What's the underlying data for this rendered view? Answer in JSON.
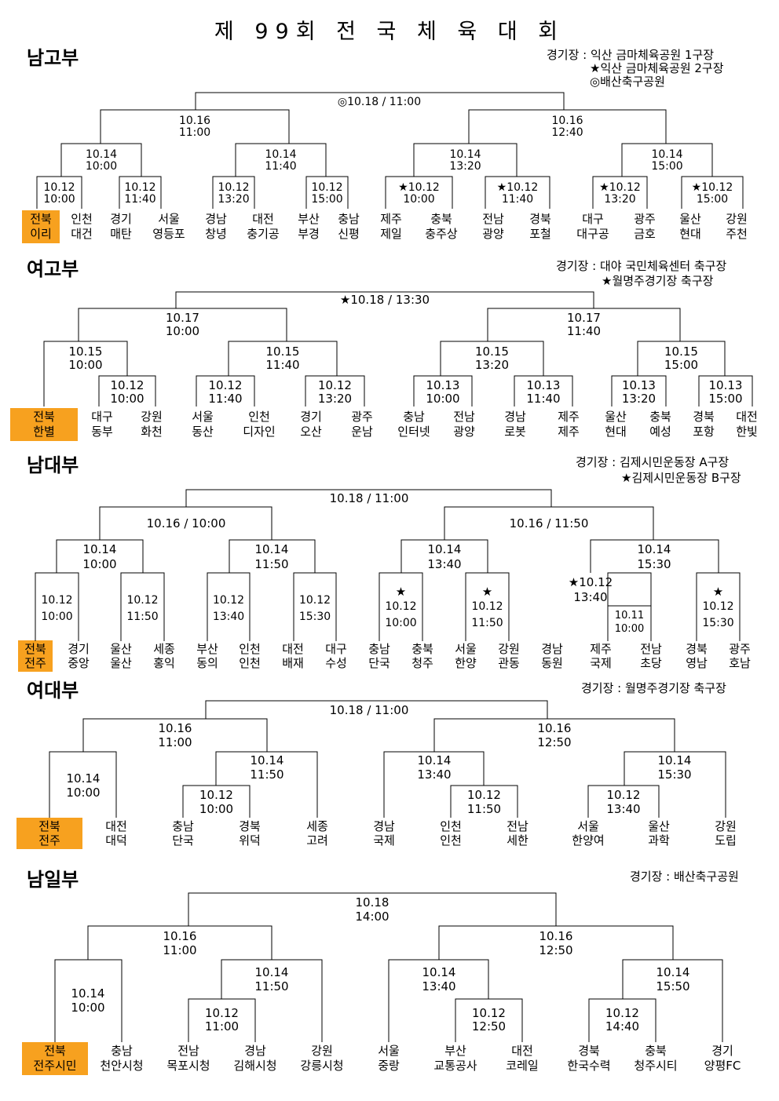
{
  "title": "제 99회 전 국 체 육 대 회",
  "highlight_color": "#f7a11f",
  "sections": [
    {
      "name": "남고부",
      "venue": [
        "경기장 : 익산 금마체육공원 1구장",
        "★익산 금마체육공원 2구장",
        "◎배산축구공원"
      ],
      "teams": [
        [
          "전북",
          "이리"
        ],
        [
          "인천",
          "대건"
        ],
        [
          "경기",
          "매탄"
        ],
        [
          "서울",
          "영등포"
        ],
        [
          "경남",
          "창녕"
        ],
        [
          "대전",
          "충기공"
        ],
        [
          "부산",
          "부경"
        ],
        [
          "충남",
          "신평"
        ],
        [
          "제주",
          "제일"
        ],
        [
          "충북",
          "충주상"
        ],
        [
          "전남",
          "광양"
        ],
        [
          "경북",
          "포철"
        ],
        [
          "대구",
          "대구공"
        ],
        [
          "광주",
          "금호"
        ],
        [
          "울산",
          "현대"
        ],
        [
          "강원",
          "주천"
        ]
      ],
      "matches": [
        [
          "10.12",
          "10:00"
        ],
        [
          "10.12",
          "11:40"
        ],
        [
          "10.12",
          "13:20"
        ],
        [
          "10.12",
          "15:00"
        ],
        [
          "★10.12",
          "10:00"
        ],
        [
          "★10.12",
          "11:40"
        ],
        [
          "★10.12",
          "13:20"
        ],
        [
          "★10.12",
          "15:00"
        ],
        [
          "10.14",
          "10:00"
        ],
        [
          "10.14",
          "11:40"
        ],
        [
          "10.14",
          "13:20"
        ],
        [
          "10.14",
          "15:00"
        ],
        [
          "10.16",
          "11:00"
        ],
        [
          "10.16",
          "12:40"
        ],
        [
          "◎10.18  /  11:00"
        ]
      ]
    },
    {
      "name": "여고부",
      "venue": [
        "경기장 : 대야 국민체육센터 축구장",
        "★월명주경기장 축구장"
      ],
      "teams": [
        [
          "전북",
          "한별"
        ],
        [
          "대구",
          "동부"
        ],
        [
          "강원",
          "화천"
        ],
        [
          "서울",
          "동산"
        ],
        [
          "인천",
          "디자인"
        ],
        [
          "경기",
          "오산"
        ],
        [
          "광주",
          "운남"
        ],
        [
          "충남",
          "인터넷"
        ],
        [
          "전남",
          "광양"
        ],
        [
          "경남",
          "로봇"
        ],
        [
          "제주",
          "제주"
        ],
        [
          "울산",
          "현대"
        ],
        [
          "충북",
          "예성"
        ],
        [
          "경북",
          "포항"
        ],
        [
          "대전",
          "한빛"
        ]
      ],
      "matches": [
        [
          "10.12",
          "10:00"
        ],
        [
          "10.12",
          "11:40"
        ],
        [
          "10.12",
          "13:20"
        ],
        [
          "10.13",
          "10:00"
        ],
        [
          "10.13",
          "11:40"
        ],
        [
          "10.13",
          "13:20"
        ],
        [
          "10.13",
          "15:00"
        ],
        [
          "10.15",
          "10:00"
        ],
        [
          "10.15",
          "11:40"
        ],
        [
          "10.15",
          "13:20"
        ],
        [
          "10.15",
          "15:00"
        ],
        [
          "10.17",
          "10:00"
        ],
        [
          "10.17",
          "11:40"
        ],
        [
          "★10.18  /  13:30"
        ]
      ]
    },
    {
      "name": "남대부",
      "venue": [
        "경기장 : 김제시민운동장 A구장",
        "★김제시민운동장 B구장"
      ],
      "teams": [
        [
          "전북",
          "전주"
        ],
        [
          "경기",
          "중앙"
        ],
        [
          "울산",
          "울산"
        ],
        [
          "세종",
          "홍익"
        ],
        [
          "부산",
          "동의"
        ],
        [
          "인천",
          "인천"
        ],
        [
          "대전",
          "배재"
        ],
        [
          "대구",
          "수성"
        ],
        [
          "충남",
          "단국"
        ],
        [
          "충북",
          "청주"
        ],
        [
          "서울",
          "한양"
        ],
        [
          "강원",
          "관동"
        ],
        [
          "경남",
          "동원"
        ],
        [
          "제주",
          "국제"
        ],
        [
          "전남",
          "초당"
        ],
        [
          "경북",
          "영남"
        ],
        [
          "광주",
          "호남"
        ]
      ],
      "matches": [
        [
          "10.12",
          "10:00"
        ],
        [
          "10.12",
          "11:50"
        ],
        [
          "10.12",
          "13:40"
        ],
        [
          "10.12",
          "15:30"
        ],
        [
          "★",
          "10.12",
          "10:00"
        ],
        [
          "★",
          "10.12",
          "11:50"
        ],
        [
          "10.11",
          "10:00"
        ],
        [
          "★",
          "10.12",
          "15:30"
        ],
        [
          "10.14",
          "10:00"
        ],
        [
          "10.14",
          "11:50"
        ],
        [
          "10.14",
          "13:40"
        ],
        [
          "★10.12",
          "13:40"
        ],
        [
          "10.14",
          "15:30"
        ],
        [
          "10.16  /  10:00"
        ],
        [
          "10.16  /  11:50"
        ],
        [
          "10.18  /  11:00"
        ]
      ]
    },
    {
      "name": "여대부",
      "venue": [
        "경기장 : 월명주경기장 축구장"
      ],
      "teams": [
        [
          "전북",
          "전주"
        ],
        [
          "대전",
          "대덕"
        ],
        [
          "충남",
          "단국"
        ],
        [
          "경북",
          "위덕"
        ],
        [
          "세종",
          "고려"
        ],
        [
          "경남",
          "국제"
        ],
        [
          "인천",
          "인천"
        ],
        [
          "전남",
          "세한"
        ],
        [
          "서울",
          "한양여"
        ],
        [
          "울산",
          "과학"
        ],
        [
          "강원",
          "도립"
        ]
      ],
      "matches": [
        [
          "10.12",
          "10:00"
        ],
        [
          "10.12",
          "11:50"
        ],
        [
          "10.12",
          "13:40"
        ],
        [
          "10.14",
          "10:00"
        ],
        [
          "10.14",
          "11:50"
        ],
        [
          "10.14",
          "13:40"
        ],
        [
          "10.14",
          "15:30"
        ],
        [
          "10.16",
          "11:00"
        ],
        [
          "10.16",
          "12:50"
        ],
        [
          "10.18  /  11:00"
        ]
      ]
    },
    {
      "name": "남일부",
      "venue": [
        "경기장 : 배산축구공원"
      ],
      "teams": [
        [
          "전북",
          "전주시민"
        ],
        [
          "충남",
          "천안시청"
        ],
        [
          "전남",
          "목포시청"
        ],
        [
          "경남",
          "김해시청"
        ],
        [
          "강원",
          "강릉시청"
        ],
        [
          "서울",
          "중랑"
        ],
        [
          "부산",
          "교통공사"
        ],
        [
          "대전",
          "코레일"
        ],
        [
          "경북",
          "한국수력"
        ],
        [
          "충북",
          "청주시티"
        ],
        [
          "경기",
          "양평FC"
        ]
      ],
      "matches": [
        [
          "10.12",
          "11:00"
        ],
        [
          "10.12",
          "12:50"
        ],
        [
          "10.12",
          "14:40"
        ],
        [
          "10.14",
          "10:00"
        ],
        [
          "10.14",
          "11:50"
        ],
        [
          "10.14",
          "13:40"
        ],
        [
          "10.14",
          "15:50"
        ],
        [
          "10.16",
          "11:00"
        ],
        [
          "10.16",
          "12:50"
        ],
        [
          "10.18",
          "14:00"
        ]
      ]
    }
  ]
}
